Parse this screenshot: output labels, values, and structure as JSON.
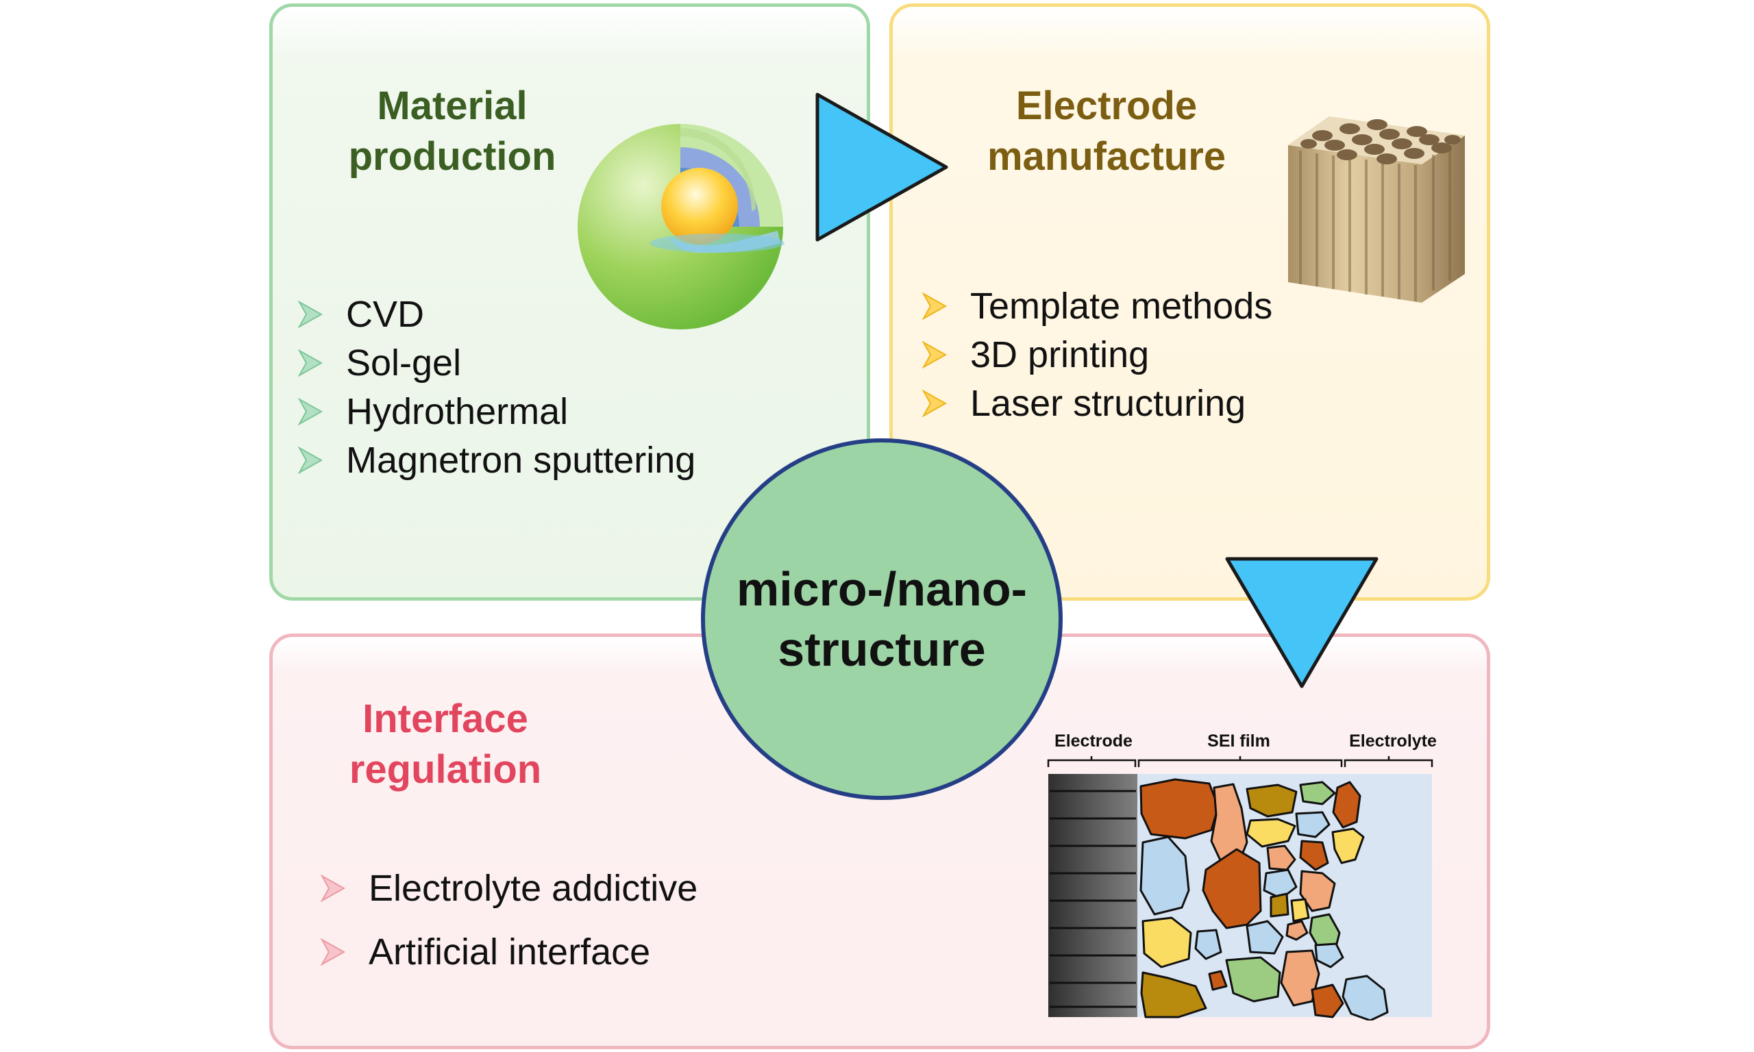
{
  "colors": {
    "arrow": "#45c4f7",
    "material_title": "#3b5e22",
    "electrode_title": "#7b5e12",
    "interface_title": "#e2465e",
    "center_fill": "#9dd4a6",
    "center_border": "#253f86"
  },
  "material": {
    "title": "Material\nproduction",
    "items": [
      "CVD",
      "Sol-gel",
      "Hydrothermal",
      "Magnetron sputtering"
    ]
  },
  "electrode": {
    "title": "Electrode\nmanufacture",
    "items": [
      "Template methods",
      "3D printing",
      "Laser structuring"
    ]
  },
  "interface": {
    "title": "Interface\nregulation",
    "items": [
      "Electrolyte addictive",
      "Artificial interface"
    ]
  },
  "center": {
    "label": "micro-/nano-\nstructure"
  },
  "sei": {
    "electrode_label": "Electrode",
    "sei_label": "SEI film",
    "electrolyte_label": "Electrolyte"
  }
}
